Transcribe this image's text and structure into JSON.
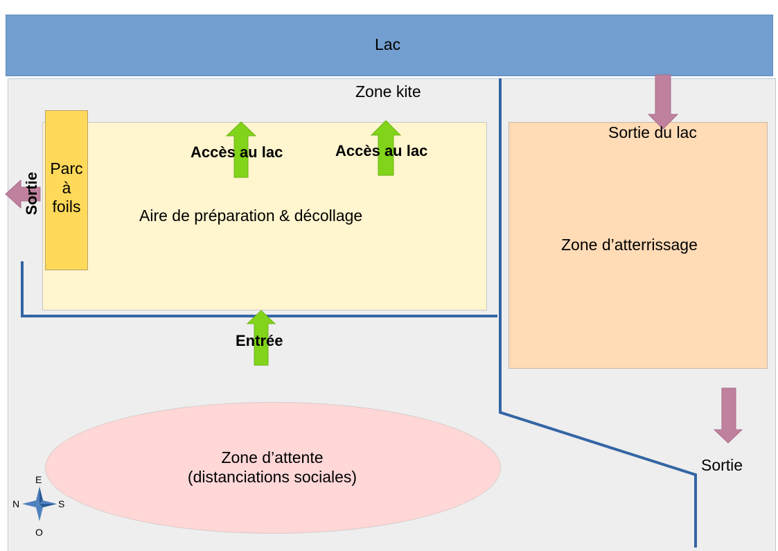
{
  "lake": {
    "label": "Lac"
  },
  "kite_zone": {
    "label": "Zone kite"
  },
  "prep_area": {
    "label": "Aire de préparation & décollage"
  },
  "foil_park": {
    "label_line1": "Parc",
    "label_line2": "à",
    "label_line3": "foils"
  },
  "access_arrows": [
    {
      "label": "Accès au lac"
    },
    {
      "label": "Accès au lac"
    }
  ],
  "entrance": {
    "label": "Entrée"
  },
  "left_exit": {
    "label": "Sortie"
  },
  "landing_zone": {
    "label": "Zone d’atterrissage"
  },
  "lake_exit": {
    "label": "Sortie du lac"
  },
  "bottom_exit": {
    "label": "Sortie"
  },
  "waiting_zone": {
    "label_line1": "Zone d’attente",
    "label_line2": "(distanciations sociales)"
  },
  "compass": {
    "top": "E",
    "left": "N",
    "right": "S",
    "bottom": "O"
  },
  "colors": {
    "lake": "#729fcf",
    "kite_zone": "#eeeeee",
    "prep_area": "#fff5ce",
    "foil_park": "#ffd95a",
    "landing_zone": "#ffdbb6",
    "waiting_zone": "#ffd7d7",
    "barrier": "#3465a4",
    "green_arrow": "#81d41a",
    "purple_arrow": "#bf819e"
  }
}
